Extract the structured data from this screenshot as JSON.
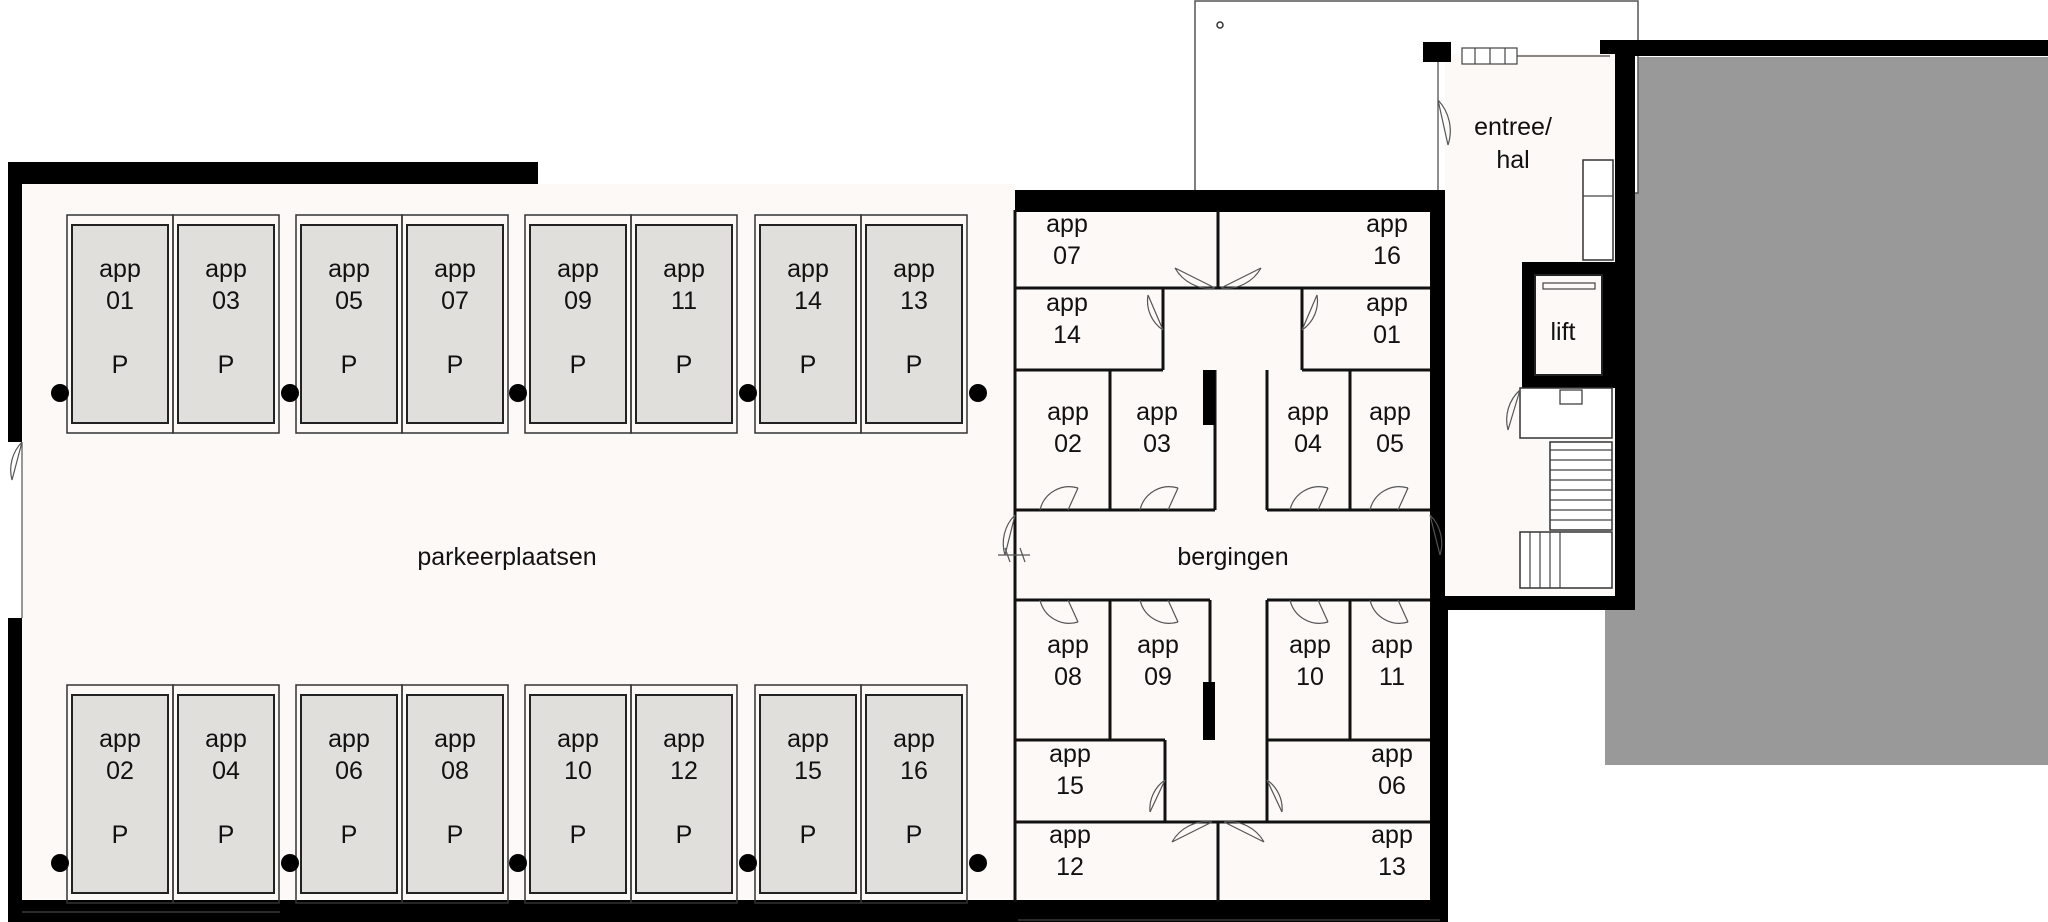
{
  "colors": {
    "floor": "#fcf9f7",
    "wall": "#000000",
    "parking_spot": "#e1dfdc",
    "neighbour_building": "#999999"
  },
  "areas": {
    "parking": "parkeerplaatsen",
    "storage": "bergingen",
    "entrance_line1": "entree/",
    "entrance_line2": "hal",
    "lift": "lift"
  },
  "parking_top": [
    {
      "line1": "app",
      "line2": "01",
      "mark": "P"
    },
    {
      "line1": "app",
      "line2": "03",
      "mark": "P"
    },
    {
      "line1": "app",
      "line2": "05",
      "mark": "P"
    },
    {
      "line1": "app",
      "line2": "07",
      "mark": "P"
    },
    {
      "line1": "app",
      "line2": "09",
      "mark": "P"
    },
    {
      "line1": "app",
      "line2": "11",
      "mark": "P"
    },
    {
      "line1": "app",
      "line2": "14",
      "mark": "P"
    },
    {
      "line1": "app",
      "line2": "13",
      "mark": "P"
    }
  ],
  "parking_bottom": [
    {
      "line1": "app",
      "line2": "02",
      "mark": "P"
    },
    {
      "line1": "app",
      "line2": "04",
      "mark": "P"
    },
    {
      "line1": "app",
      "line2": "06",
      "mark": "P"
    },
    {
      "line1": "app",
      "line2": "08",
      "mark": "P"
    },
    {
      "line1": "app",
      "line2": "10",
      "mark": "P"
    },
    {
      "line1": "app",
      "line2": "12",
      "mark": "P"
    },
    {
      "line1": "app",
      "line2": "15",
      "mark": "P"
    },
    {
      "line1": "app",
      "line2": "16",
      "mark": "P"
    }
  ],
  "storage_units": [
    {
      "line1": "app",
      "line2": "07"
    },
    {
      "line1": "app",
      "line2": "16"
    },
    {
      "line1": "app",
      "line2": "14"
    },
    {
      "line1": "app",
      "line2": "01"
    },
    {
      "line1": "app",
      "line2": "02"
    },
    {
      "line1": "app",
      "line2": "03"
    },
    {
      "line1": "app",
      "line2": "04"
    },
    {
      "line1": "app",
      "line2": "05"
    },
    {
      "line1": "app",
      "line2": "08"
    },
    {
      "line1": "app",
      "line2": "09"
    },
    {
      "line1": "app",
      "line2": "10"
    },
    {
      "line1": "app",
      "line2": "11"
    },
    {
      "line1": "app",
      "line2": "15"
    },
    {
      "line1": "app",
      "line2": "06"
    },
    {
      "line1": "app",
      "line2": "12"
    },
    {
      "line1": "app",
      "line2": "13"
    }
  ]
}
